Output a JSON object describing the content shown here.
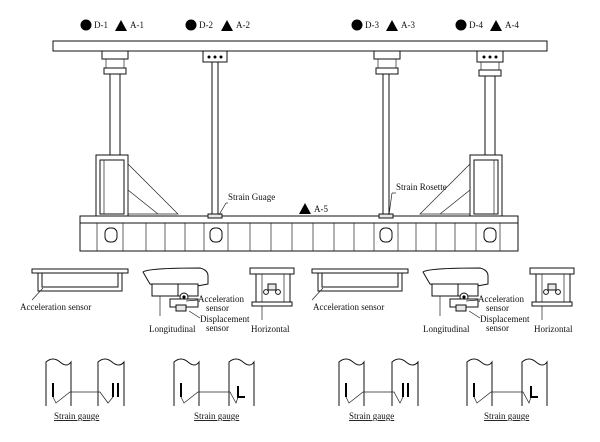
{
  "markers": {
    "top": [
      {
        "disp": "D-1",
        "acc": "A-1"
      },
      {
        "disp": "D-2",
        "acc": "A-2"
      },
      {
        "disp": "D-3",
        "acc": "A-3"
      },
      {
        "disp": "D-4",
        "acc": "A-4"
      }
    ],
    "middle_acc": "A-5"
  },
  "callouts": {
    "strain_gauge": "Strain Guage",
    "strain_rosette": "Strain Rosette"
  },
  "details": {
    "acceleration_sensor": "Acceleration sensor",
    "acceleration": "Acceleration",
    "sensor": "sensor",
    "displacement": "Displacement",
    "longitudinal": "Longitudinal",
    "horizontal": "Horizontal"
  },
  "strain_captions": [
    "Strain gauge",
    "Strain gauge",
    "Strain gauge",
    "Strain gauge"
  ]
}
